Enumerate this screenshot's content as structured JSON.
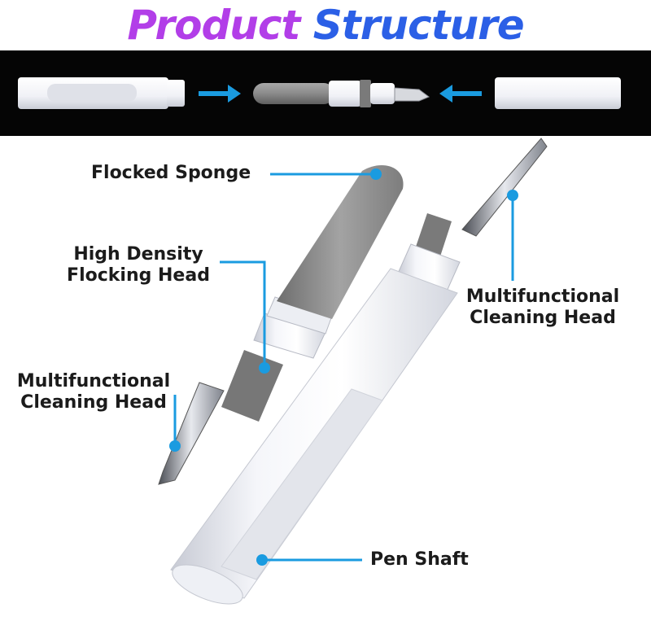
{
  "title": {
    "word1": "Product",
    "word2": "Structure"
  },
  "colors": {
    "title_purple": "#b23ee8",
    "title_blue": "#2b5fe6",
    "callout_blue": "#1a9be0",
    "band_black": "#050505",
    "sponge_gray": "#8a8a8a"
  },
  "labels": {
    "flocked_sponge": "Flocked Sponge",
    "high_density_line1": "High Density",
    "high_density_line2": "Flocking Head",
    "multi_right_line1": "Multifunctional",
    "multi_right_line2": "Cleaning Head",
    "multi_left_line1": "Multifunctional",
    "multi_left_line2": "Cleaning Head",
    "pen_shaft": "Pen Shaft"
  },
  "icons": {
    "arrow_left_to_right": "arrow-right-icon",
    "arrow_right_to_left": "arrow-left-icon"
  }
}
